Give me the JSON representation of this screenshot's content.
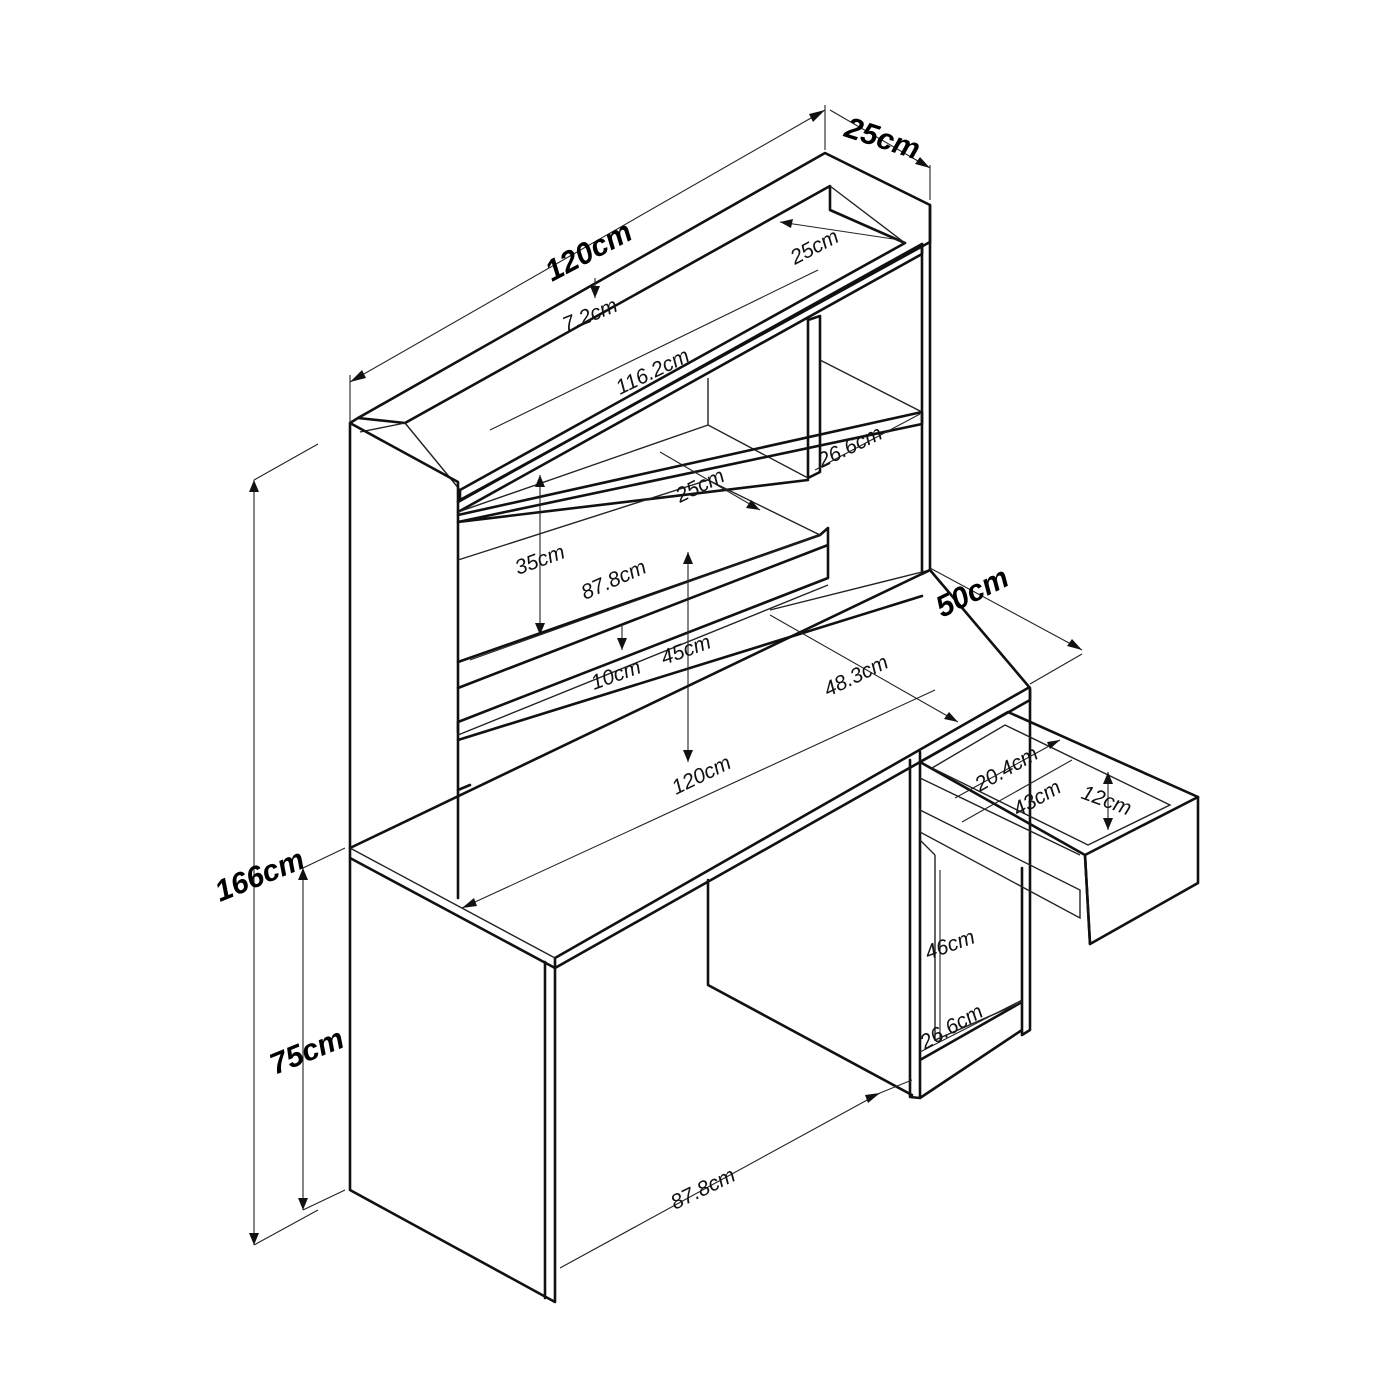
{
  "dimensions": {
    "hutch_width": "120cm",
    "hutch_depth": "25cm",
    "top_shelf_depth": "25cm",
    "top_gap": "7.2cm",
    "inner_width": "116.2cm",
    "small_shelf_width": "26.6cm",
    "shelf_depth": "25cm",
    "shelf_height": "35cm",
    "shelf_width": "87.8cm",
    "back_gap": "10cm",
    "lower_height": "45cm",
    "desk_depth": "50cm",
    "desk_inner_depth": "48.3cm",
    "desk_width": "120cm",
    "drawer_width": "20.4cm",
    "drawer_depth": "43cm",
    "drawer_height": "12cm",
    "cabinet_height": "46cm",
    "cabinet_width": "26.6cm",
    "total_height": "166cm",
    "desk_height": "75cm",
    "knee_width": "87.8cm"
  }
}
